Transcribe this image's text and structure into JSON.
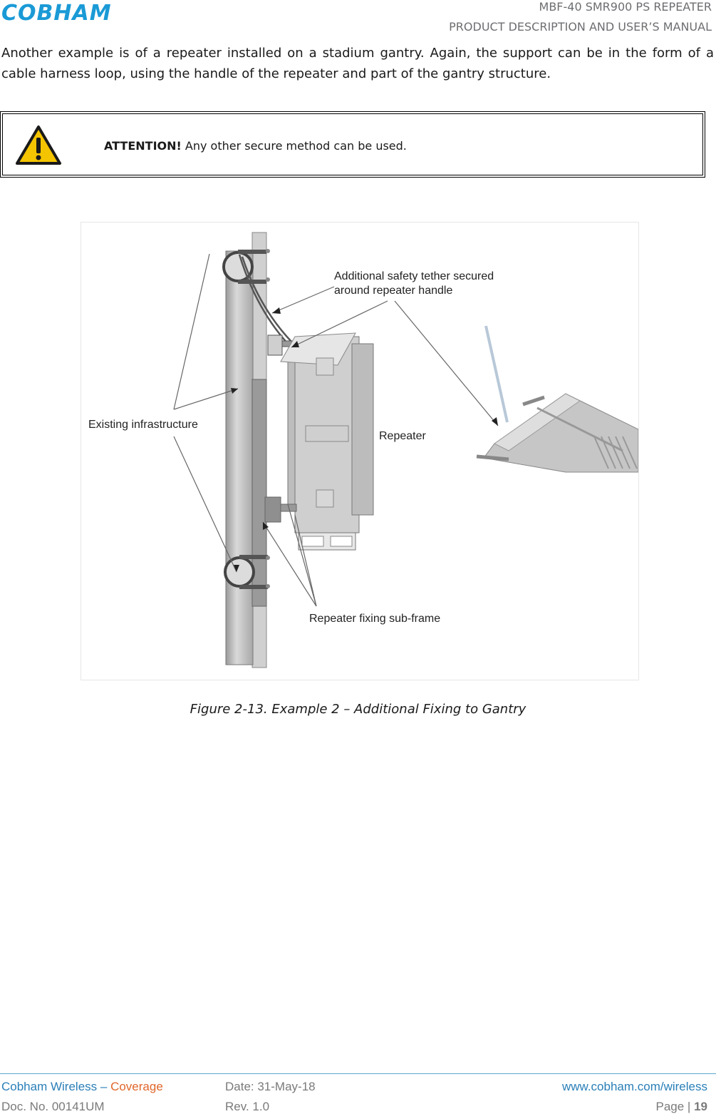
{
  "header": {
    "logo_text": "COBHAM",
    "line1": "MBF-40 SMR900 PS REPEATER",
    "line2": "PRODUCT DESCRIPTION AND USER’S MANUAL"
  },
  "body": {
    "paragraph": "Another example is of a repeater installed on a stadium gantry. Again, the support can be in the form of a cable harness loop, using the handle of the repeater and part of the gantry structure."
  },
  "attention": {
    "icon": "warning-triangle-icon",
    "label": "ATTENTION!",
    "text": " Any other secure method can be used."
  },
  "figure": {
    "label_tether_1": "Additional safety tether secured",
    "label_tether_2": "around repeater handle",
    "label_infrastructure": "Existing infrastructure",
    "label_repeater": "Repeater",
    "label_subframe": "Repeater fixing sub-frame",
    "caption": "Figure 2-13. Example 2 – Additional Fixing to Gantry"
  },
  "footer": {
    "company": "Cobham Wireless",
    "dash": " – ",
    "division": "Coverage",
    "date": "Date: 31-May-18",
    "url": "www.cobham.com/wireless",
    "docno": "Doc. No. 00141UM",
    "rev": "Rev. 1.0",
    "page_label": "Page | ",
    "page_num": "19"
  },
  "colors": {
    "brand_blue": "#1a9ad6",
    "footer_orange": "#e0662b",
    "warning_yellow": "#f5c400"
  }
}
